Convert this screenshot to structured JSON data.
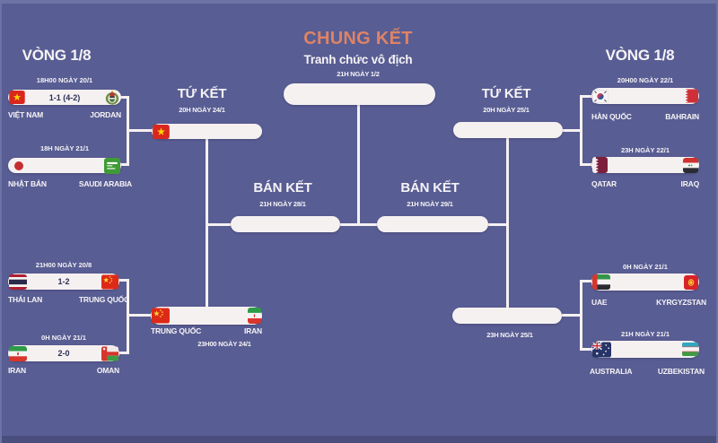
{
  "colors": {
    "background": "#585d93",
    "edge_highlight": "#6d73a4",
    "bottom_bar": "#4a4e7c",
    "box_fill": "#f6f1f1",
    "bracket_line": "#f6f1f1",
    "title_accent": "#df8365",
    "text": "#f6f3f6",
    "score_text": "#2b3054"
  },
  "final": {
    "title": "CHUNG KẾT",
    "subtitle": "Tranh chức vô địch",
    "date": "21H NGÀY 1/2"
  },
  "rounds": {
    "r16_left": "VÒNG 1/8",
    "r16_right": "VÒNG 1/8",
    "qf_left": {
      "label": "TỨ KẾT",
      "date": "20H NGÀY 24/1"
    },
    "qf_right": {
      "label": "TỨ KẾT",
      "date": "20H NGÀY 25/1"
    },
    "sf_left": {
      "label": "BÁN KẾT",
      "date": "21H NGÀY 28/1"
    },
    "sf_right": {
      "label": "BÁN KẾT",
      "date": "21H NGÀY 29/1"
    }
  },
  "r16": {
    "m1": {
      "date": "18H00 NGÀY 20/1",
      "score": "1-1 (4-2)",
      "home": "VIỆT NAM",
      "away": "JORDAN",
      "home_icon": "flag-vietnam",
      "away_icon": "emblem-jordan"
    },
    "m2": {
      "date": "18H NGÀY 21/1",
      "score": "",
      "home": "NHẬT BẢN",
      "away": "SAUDI ARABIA",
      "home_icon": "flag-japan",
      "away_icon": "flag-saudi-arabia"
    },
    "m3": {
      "date": "21H00 NGÀY 20/8",
      "score": "1-2",
      "home": "THÁI LAN",
      "away": "TRUNG QUỐC",
      "home_icon": "flag-thailand",
      "away_icon": "flag-china"
    },
    "m4": {
      "date": "0H NGÀY 21/1",
      "score": "2-0",
      "home": "IRAN",
      "away": "OMAN",
      "home_icon": "flag-iran",
      "away_icon": "flag-oman"
    },
    "m5": {
      "date": "20H00 NGÀY 22/1",
      "score": "",
      "home": "HÀN QUỐC",
      "away": "BAHRAIN",
      "home_icon": "flag-south-korea",
      "away_icon": "flag-bahrain"
    },
    "m6": {
      "date": "23H NGÀY 22/1",
      "score": "",
      "home": "QATAR",
      "away": "IRAQ",
      "home_icon": "flag-qatar",
      "away_icon": "flag-iraq"
    },
    "m7": {
      "date": "0H NGÀY 21/1",
      "score": "",
      "home": "UAE",
      "away": "KYRGYZSTAN",
      "home_icon": "flag-uae",
      "away_icon": "flag-kyrgyzstan"
    },
    "m8": {
      "date": "21H NGÀY 21/1",
      "score": "",
      "home": "AUSTRALIA",
      "away": "UZBEKISTAN",
      "home_icon": "flag-australia",
      "away_icon": "flag-uzbekistan"
    }
  },
  "qf": {
    "qf1": {
      "home_icon": "flag-vietnam"
    },
    "qf2": {
      "home": "TRUNG QUỐC",
      "away": "IRAN",
      "date": "23H00 NGÀY 24/1",
      "home_icon": "flag-china",
      "away_icon": "flag-iran"
    },
    "qf4": {
      "date": "23H NGÀY 25/1"
    }
  }
}
